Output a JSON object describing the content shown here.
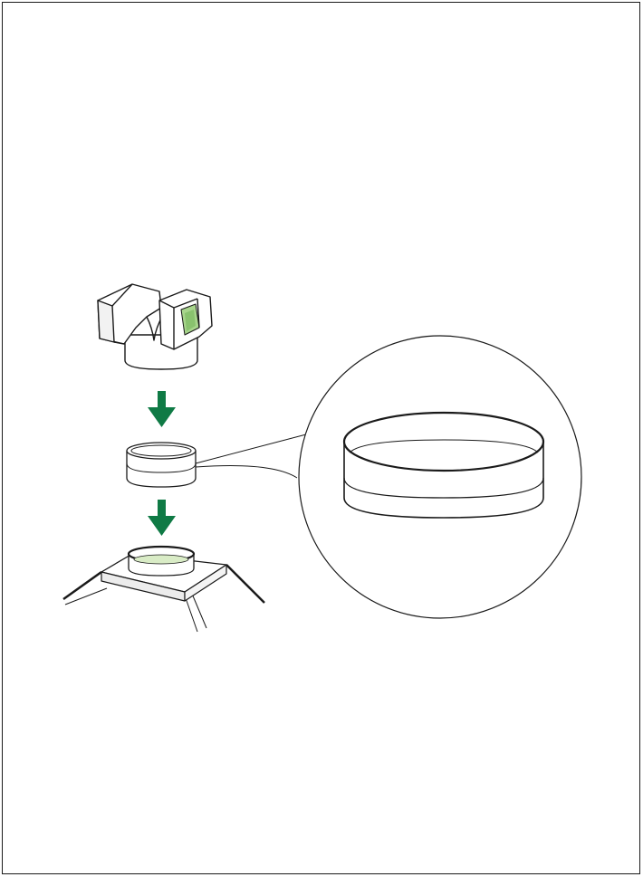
{
  "illustration": {
    "colors": {
      "arrow": "#0f7a45",
      "leaf_green": "#a8d58c",
      "leaf_green_dark": "#6fb255",
      "seat_tint": "#d9ecc6",
      "outline": "#1a1a1a",
      "fill": "#ffffff",
      "shade": "#ececec"
    },
    "parts": [
      "rotor-cap",
      "sealing-ring",
      "base-housing"
    ],
    "icons": [
      "down-arrow-icon",
      "down-arrow-icon"
    ]
  }
}
